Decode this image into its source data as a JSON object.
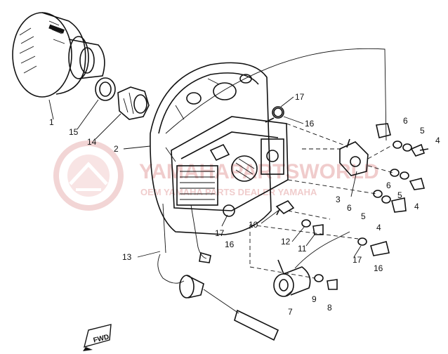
{
  "callouts": [
    {
      "id": "c1",
      "label": "1"
    },
    {
      "id": "c15",
      "label": "15"
    },
    {
      "id": "c14",
      "label": "14"
    },
    {
      "id": "c2",
      "label": "2"
    },
    {
      "id": "c17a",
      "label": "17"
    },
    {
      "id": "c16a",
      "label": "16"
    },
    {
      "id": "c6a",
      "label": "6"
    },
    {
      "id": "c5a",
      "label": "5"
    },
    {
      "id": "c4a",
      "label": "4"
    },
    {
      "id": "c6b",
      "label": "6"
    },
    {
      "id": "c5b",
      "label": "5"
    },
    {
      "id": "c4b",
      "label": "4"
    },
    {
      "id": "c3",
      "label": "3"
    },
    {
      "id": "c6c",
      "label": "6"
    },
    {
      "id": "c5c",
      "label": "5"
    },
    {
      "id": "c4c",
      "label": "4"
    },
    {
      "id": "c10",
      "label": "10"
    },
    {
      "id": "c12",
      "label": "12"
    },
    {
      "id": "c11",
      "label": "11"
    },
    {
      "id": "c17b",
      "label": "17"
    },
    {
      "id": "c16b",
      "label": "16"
    },
    {
      "id": "c17c",
      "label": "17"
    },
    {
      "id": "c16c",
      "label": "16"
    },
    {
      "id": "c13",
      "label": "13"
    },
    {
      "id": "c7",
      "label": "7"
    },
    {
      "id": "c9",
      "label": "9"
    },
    {
      "id": "c8",
      "label": "8"
    }
  ],
  "fwd_label": "FWD",
  "watermark": {
    "line1": "YAMAHAPARTSWORLD",
    "line2": "OEM YAMAHA PARTS DEALER YAMAHA",
    "color": "#e4a3a3"
  }
}
